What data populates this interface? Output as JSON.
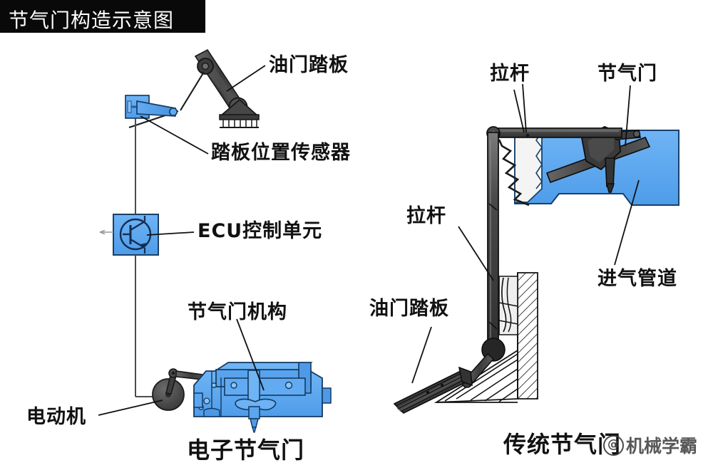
{
  "title_banner": {
    "text": "节气门构造示意图",
    "bg_color": "#090909",
    "text_color": "#ffffff"
  },
  "colors": {
    "blue_part": "#55A5F0",
    "blue_part_dark": "#2E6FB5",
    "dark_metal": "#4A4A4A",
    "dark_metal_deep": "#2B2B2B",
    "outline": "#111111",
    "label_text": "#111111"
  },
  "left_diagram": {
    "caption": "电子节气门",
    "labels": {
      "accel_pedal": "油门踏板",
      "pedal_position_sensor": "踏板位置传感器",
      "ecu": "ECU控制单元",
      "throttle_mechanism": "节气门机构",
      "motor": "电动机"
    },
    "parts": [
      {
        "name": "accelerator-pedal",
        "label": "油门踏板",
        "color": "#4A4A4A"
      },
      {
        "name": "pedal-position-sensor",
        "label": "踏板位置传感器",
        "color": "#55A5F0"
      },
      {
        "name": "ecu-control-unit",
        "label": "ECU控制单元",
        "color": "#55A5F0"
      },
      {
        "name": "throttle-mechanism",
        "label": "节气门机构",
        "color": "#55A5F0"
      },
      {
        "name": "electric-motor",
        "label": "电动机",
        "color": "#4A4A4A"
      }
    ]
  },
  "right_diagram": {
    "caption": "传统节气门",
    "labels": {
      "pull_rod_upper": "拉杆",
      "throttle_valve": "节气门",
      "pull_rod_lower": "拉杆",
      "intake_pipe": "进气管道",
      "accel_pedal": "油门踏板"
    },
    "parts": [
      {
        "name": "pull-rod-horizontal",
        "label": "拉杆",
        "color": "#4A4A4A"
      },
      {
        "name": "pull-rod-vertical",
        "label": "拉杆",
        "color": "#4A4A4A"
      },
      {
        "name": "throttle-valve",
        "label": "节气门",
        "color": "#2B2B2B"
      },
      {
        "name": "intake-manifold",
        "label": "进气管道",
        "color": "#55A5F0"
      },
      {
        "name": "accelerator-pedal",
        "label": "油门踏板",
        "color": "#3A3A3A"
      },
      {
        "name": "return-spring",
        "label": "",
        "color": "#2B2B2B"
      }
    ]
  },
  "watermark": {
    "at_glyph": "@",
    "text": "机械学霸"
  }
}
